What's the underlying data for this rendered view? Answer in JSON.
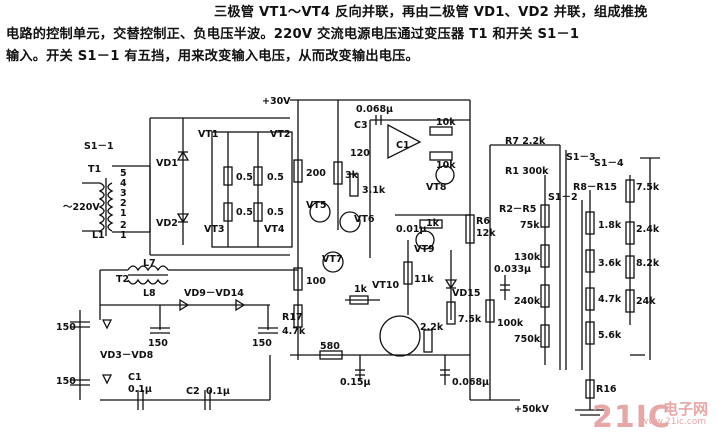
{
  "description": {
    "line1": "三极管 VT1～VT4 反向并联，再由二极管 VD1、VD2 并联，组成推挽",
    "line2": "电路的控制单元，交替控制正、负电压半波。220V 交流电源电压通过变压器 T1 和开关 S1－1",
    "line3": "输入。开关 S1－1 有五挡，用来改变输入电压，从而改变输出电压。"
  },
  "schematic": {
    "transformers": {
      "t1": "T1",
      "t2": "T2",
      "l1": "L1",
      "l7": "L7",
      "l8": "L8",
      "input": "～220V"
    },
    "switches": {
      "s1_1": "S1－1",
      "s1_2": "S1－2",
      "s1_3": "S1－3",
      "s1_4": "S1－4"
    },
    "supply": {
      "pos": "+30V",
      "hv": "+50kV"
    },
    "transistors": {
      "vt1": "VT1",
      "vt2": "VT2",
      "vt3": "VT3",
      "vt4": "VT4",
      "vt5": "VT5",
      "vt6": "VT6",
      "vt7": "VT7",
      "vt8": "VT8",
      "vt9": "VT9",
      "vt10": "VT10"
    },
    "diodes": {
      "vd1": "VD1",
      "vd2": "VD2",
      "vd9_14": "VD9－VD14",
      "vd3_8": "VD3－VD8",
      "vd15": "VD15"
    },
    "ic": "C1",
    "components": {
      "r05a": "0.5",
      "r05b": "0.5",
      "r05c": "0.5",
      "r05d": "0.5",
      "r200": "200",
      "r3k": "3k",
      "r3_1k": "3.1k",
      "r100": "100",
      "c3": "C3",
      "c0068": "0.068μ",
      "c120": "120",
      "r10k_a": "10k",
      "r10k_b": "10k",
      "r7": "R7 2.2k",
      "r1": "R1  300k",
      "r2r5": "R2－R5",
      "v75k": "75k",
      "v130k": "130k",
      "v240k": "240k",
      "v750k": "750k",
      "c001": "0.01μ",
      "r1k_a": "1k",
      "r1k_b": "1k",
      "r12k": "12k",
      "r6": "R6",
      "r11k": "11k",
      "c0033": "0.033μ",
      "r7_5k": "7.5k",
      "r100k": "100k",
      "r17": "R17",
      "r4_7k": "4.7k",
      "r580": "580",
      "r2_2k": "2.2k",
      "c015": "0.15μ",
      "c0068b": "0.068μ",
      "r8r15": "R8－R15",
      "r1_8k": "1.8k",
      "r3_6k": "3.6k",
      "r4_7kb": "4.7k",
      "r5_6k": "5.6k",
      "s4_7_5k": "7.5k",
      "s4_2_4k": "2.4k",
      "s4_8_2k": "8.2k",
      "s4_24k": "24k",
      "r16": "R16",
      "cap150a": "150",
      "cap150b": "150",
      "cap150c": "150",
      "cap150d": "150",
      "c1": "C1",
      "c1v": "0.1μ",
      "c2": "C2",
      "c2v": "0.1μ"
    },
    "coil_t1": [
      "5",
      "4",
      "3",
      "2",
      "1"
    ],
    "coil_t1b": [
      "2",
      "1"
    ]
  },
  "watermark": {
    "brand": "21IC",
    "cn": "电子网",
    "url": "www.21ic.com"
  }
}
